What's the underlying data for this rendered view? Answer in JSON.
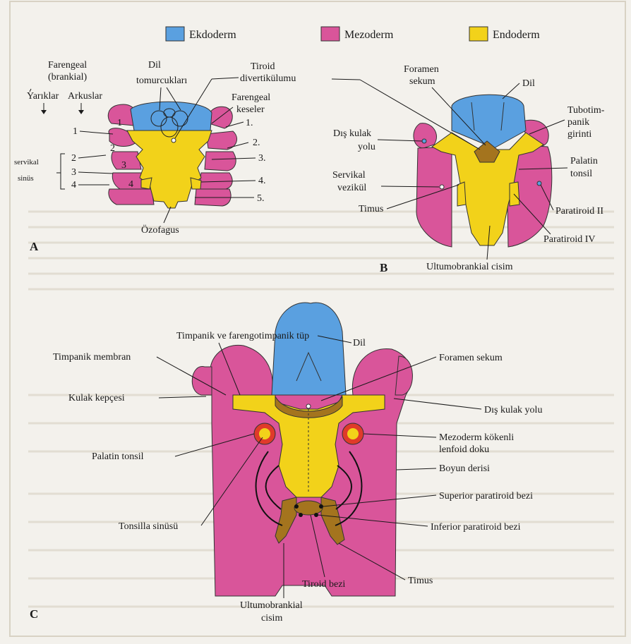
{
  "legend": [
    {
      "label": "Ekdoderm",
      "color": "#5aa0e0"
    },
    {
      "label": "Mezoderm",
      "color": "#d9559a"
    },
    {
      "label": "Endoderm",
      "color": "#f2d21a"
    }
  ],
  "colors": {
    "brown": "#a4741e",
    "red": "#e03a2a",
    "page": "#f3f1ec"
  },
  "panel_a": {
    "letter": "A",
    "farengeal_1": "Farengeal",
    "farengeal_2": "(brankial)",
    "yariklar": "Yarıklar",
    "arkuslar": "Arkuslar",
    "dil_1": "Dil",
    "dil_2": "tomurcukları",
    "tiroid_1": "Tiroid",
    "tiroid_2": "divertikülumu",
    "keseler_1": "Farengeal",
    "keseler_2": "keseler",
    "servikal_1": "servikal",
    "servikal_2": "sinüs",
    "left_nums": [
      "1",
      "2",
      "3",
      "4"
    ],
    "arch_nums": [
      "1",
      "2",
      "3",
      "4"
    ],
    "right_nums": [
      "1.",
      "2.",
      "3.",
      "4.",
      "5."
    ],
    "ozofagus": "Özofagus"
  },
  "panel_b": {
    "letter": "B",
    "foramen_1": "Foramen",
    "foramen_2": "sekum",
    "dil": "Dil",
    "tuboti_1": "Tubotim-",
    "tuboti_2": "panik",
    "tuboti_3": "girinti",
    "kulak_1": "Dış kulak",
    "kulak_2": "yolu",
    "palatin_1": "Palatin",
    "palatin_2": "tonsil",
    "servikal_1": "Servikal",
    "servikal_2": "vezikül",
    "timus": "Timus",
    "paratiroid_2": "Paratiroid II",
    "paratiroid_4": "Paratiroid IV",
    "ultumo": "Ultumobrankial cisim"
  },
  "panel_c": {
    "letter": "C",
    "timpanik_tup": "Timpanik ve farengotimpanik tüp",
    "dil": "Dil",
    "membran": "Timpanik membran",
    "foramen": "Foramen sekum",
    "kepcesi": "Kulak kepçesi",
    "kulak_yolu": "Dış kulak yolu",
    "lenfoid_1": "Mezoderm kökenli",
    "lenfoid_2": "lenfoid doku",
    "palatin": "Palatin tonsil",
    "boyun": "Boyun derisi",
    "superior": "Superior paratiroid bezi",
    "tonsilla": "Tonsilla sinüsü",
    "inferior": "Inferior paratiroid bezi",
    "timus": "Timus",
    "tiroid": "Tiroid bezi",
    "ultumo_1": "Ultumobrankial",
    "ultumo_2": "cisim"
  }
}
